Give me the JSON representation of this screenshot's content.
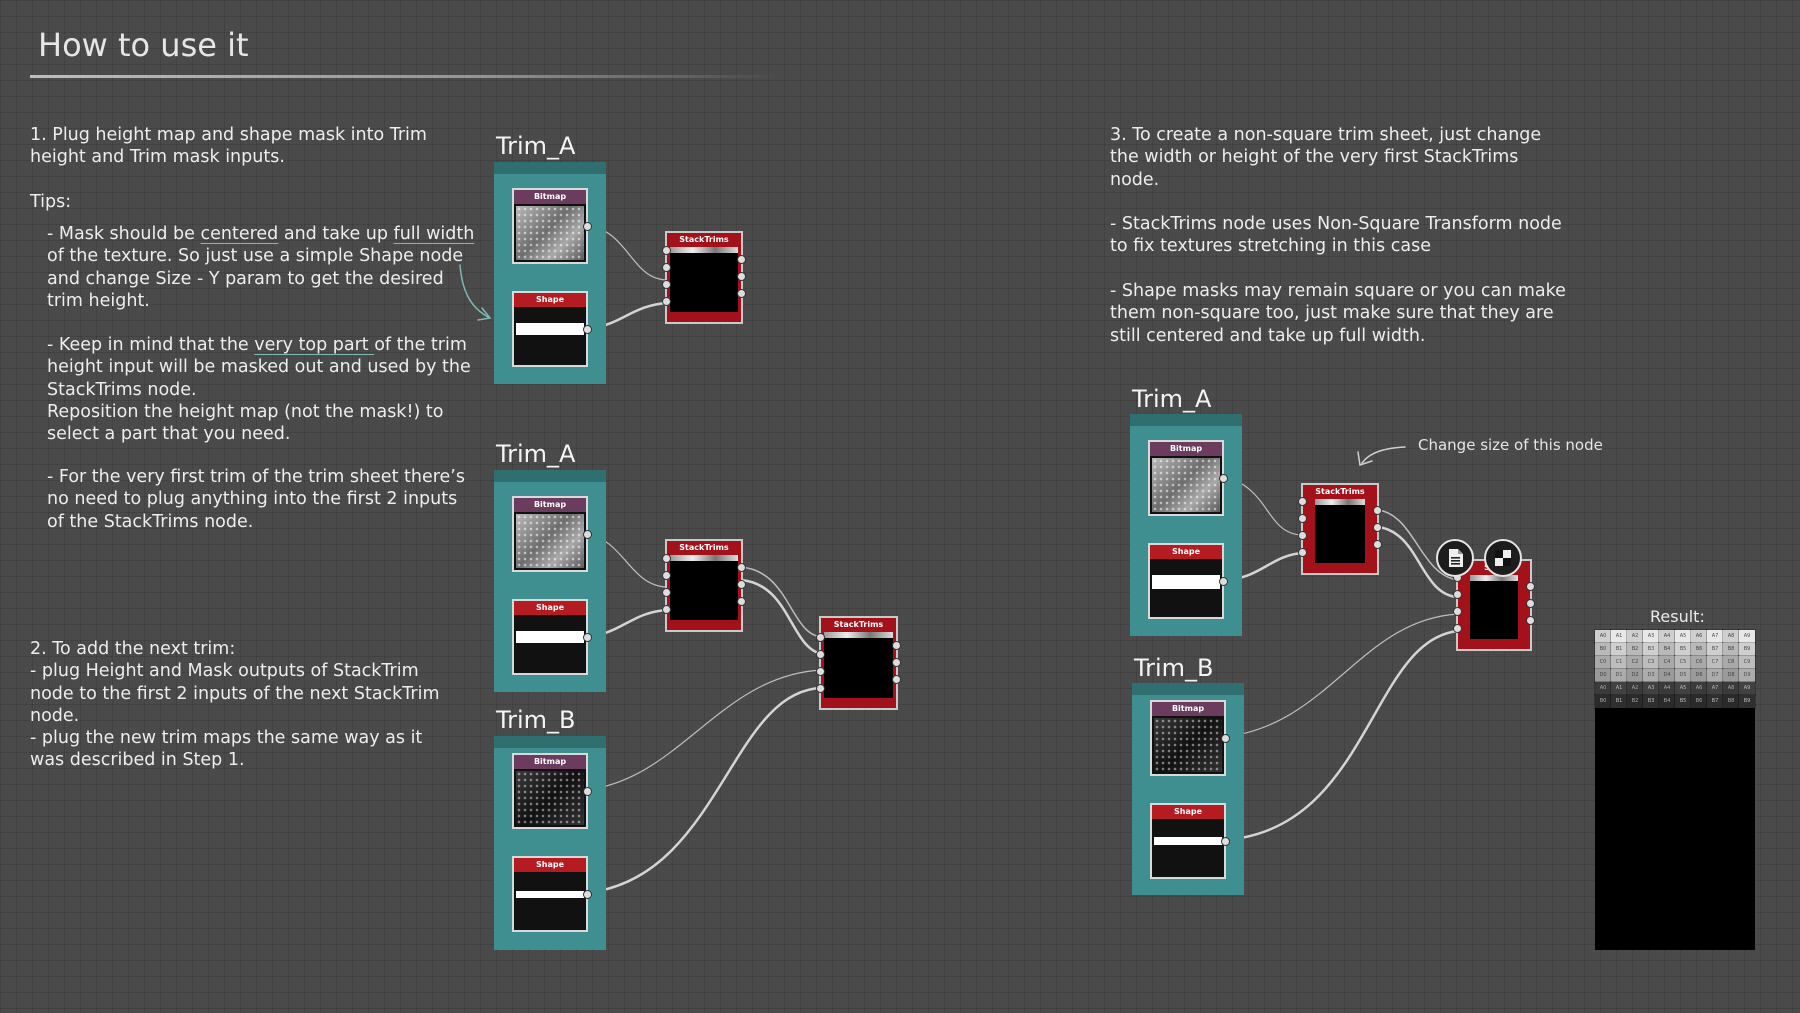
{
  "header": {
    "title": "How to use it"
  },
  "step1": {
    "text": "1. Plug height map and shape mask into Trim\nheight and Trim mask inputs.",
    "tips_label": "Tips:",
    "tip1_a": "- Mask should be ",
    "tip1_centered": "centered",
    "tip1_b": " and take up ",
    "tip1_fullwidth": "full width",
    "tip1_c": "\nof the texture. So just use a simple Shape node\nand change Size - Y param to get the desired\ntrim height.",
    "tip2_a": "- Keep in mind that the ",
    "tip2_toppart": "very top part ",
    "tip2_b": "of the trim\nheight input will be masked out and used by the\nStackTrims node.\nReposition the height map (not the mask!) to\nselect a part that you need.",
    "tip3": "- For the very first trim of the trim sheet there’s\nno need to plug anything into the first 2 inputs\nof the StackTrims node."
  },
  "step2": {
    "text": "2. To add the next trim:\n- plug Height and Mask outputs of StackTrim\nnode to the first 2 inputs of the next StackTrim\nnode.\n- plug the new trim maps the same way as it\nwas described in Step 1."
  },
  "step3": {
    "text": "3. To create a non-square trim sheet, just change\nthe width or height of the very first StackTrims\nnode.",
    "tip1": "- StackTrims node uses Non-Square Transform node\nto fix textures stretching in this case",
    "tip2": "- Shape masks may remain square or you can make\nthem non-square too, just make sure that they are\nstill centered and take up full width."
  },
  "frames": {
    "trim_a": "Trim_A",
    "trim_b": "Trim_B"
  },
  "nodes": {
    "bitmap": "Bitmap",
    "shape": "Shape",
    "stacktrims": "StackTrims",
    "stacktrims_partial": "Stac"
  },
  "annotation": {
    "change_size": "Change size of this node"
  },
  "result": {
    "label": "Result:",
    "rows": [
      [
        "A0",
        "A1",
        "A2",
        "A3",
        "A4",
        "A5",
        "A6",
        "A7",
        "A8",
        "A9"
      ],
      [
        "B0",
        "B1",
        "B2",
        "B3",
        "B4",
        "B5",
        "B6",
        "B7",
        "B8",
        "B9"
      ],
      [
        "C0",
        "C1",
        "C2",
        "C3",
        "C4",
        "C5",
        "C6",
        "C7",
        "C8",
        "C9"
      ],
      [
        "D0",
        "D1",
        "D2",
        "D3",
        "D4",
        "D5",
        "D6",
        "D7",
        "D8",
        "D9"
      ],
      [
        "A0",
        "A1",
        "A2",
        "A3",
        "A4",
        "A5",
        "A6",
        "A7",
        "A8",
        "A9"
      ],
      [
        "B0",
        "B1",
        "B2",
        "B3",
        "B4",
        "B5",
        "B6",
        "B7",
        "B8",
        "B9"
      ]
    ]
  },
  "icons": {
    "doc": "document-icon",
    "checker": "checker-icon"
  },
  "colors": {
    "background": "#4a4a4a",
    "frame": "#3f8e90",
    "stack_red": "#a3121a",
    "shape_red": "#b41c22",
    "bitmap_purple": "#6b3c5e",
    "underline": "#7fb8b4"
  }
}
